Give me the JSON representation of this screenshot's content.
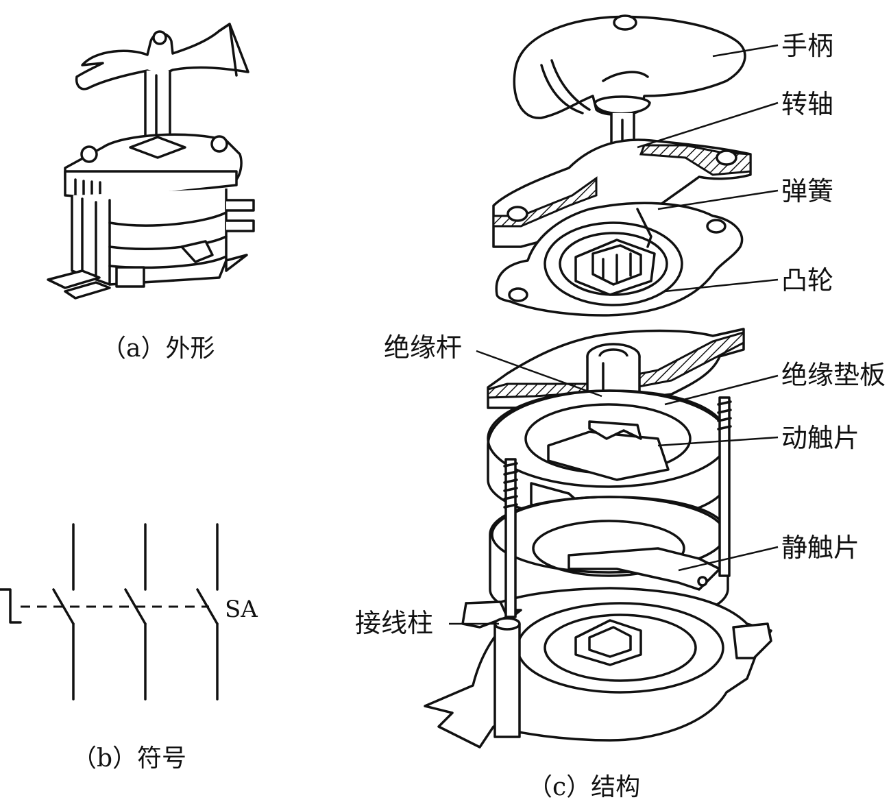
{
  "figure": {
    "captions": {
      "a": "（a）外形",
      "b": "（b）符号",
      "c": "（c）结构"
    },
    "symbol_label": "SA",
    "labels": {
      "handle": "手柄",
      "shaft": "转轴",
      "spring": "弹簧",
      "cam": "凸轮",
      "insulating_rod": "绝缘杆",
      "insulating_pad": "绝缘垫板",
      "moving_contact": "动触片",
      "static_contact": "静触片",
      "terminal_post": "接线柱"
    }
  }
}
